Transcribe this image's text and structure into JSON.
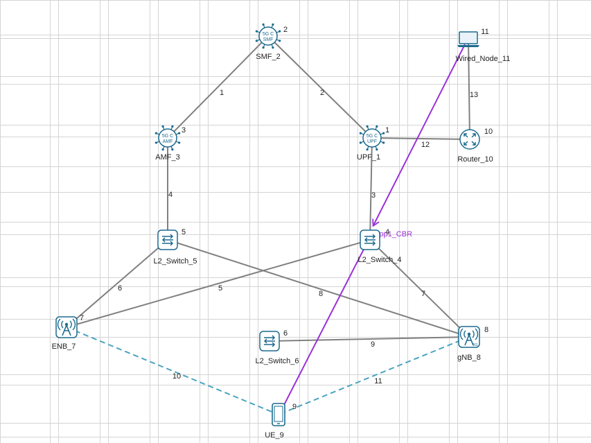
{
  "colors": {
    "grid": "#d4d4d4",
    "wired_link": "#808080",
    "wireless_link": "#4aa3c0",
    "application": "#9b30d9",
    "icon": "#1b6a8e",
    "text": "#222222"
  },
  "nodes": [
    {
      "id": "smf",
      "name": "SMF_2",
      "num": "2",
      "icon": "5g-core-icon",
      "icon_text": [
        "5G C",
        "SMF"
      ]
    },
    {
      "id": "amf",
      "name": "AMF_3",
      "num": "3",
      "icon": "5g-core-icon",
      "icon_text": [
        "5G C",
        "AMF"
      ]
    },
    {
      "id": "upf",
      "name": "UPF_1",
      "num": "1",
      "icon": "5g-core-icon",
      "icon_text": [
        "5G C",
        "UPF"
      ]
    },
    {
      "id": "router",
      "name": "Router_10",
      "num": "10",
      "icon": "router-icon"
    },
    {
      "id": "wired",
      "name": "Wired_Node_11",
      "num": "11",
      "icon": "computer-icon"
    },
    {
      "id": "sw5",
      "name": "L2_Switch_5",
      "num": "5",
      "icon": "switch-icon"
    },
    {
      "id": "sw4",
      "name": "L2_Switch_4",
      "num": "4",
      "icon": "switch-icon"
    },
    {
      "id": "sw6",
      "name": "L2_Switch_6",
      "num": "6",
      "icon": "switch-icon"
    },
    {
      "id": "enb",
      "name": "ENB_7",
      "num": "7",
      "icon": "cell-tower-icon"
    },
    {
      "id": "gnb",
      "name": "gNB_8",
      "num": "8",
      "icon": "cell-tower-icon",
      "badge": "5G"
    },
    {
      "id": "ue",
      "name": "UE_9",
      "num": "9",
      "icon": "mobile-phone-icon"
    }
  ],
  "links": [
    {
      "from": "amf",
      "to": "smf",
      "label": "1",
      "type": "wired"
    },
    {
      "from": "smf",
      "to": "upf",
      "label": "2",
      "type": "wired"
    },
    {
      "from": "upf",
      "to": "sw4",
      "label": "3",
      "type": "wired"
    },
    {
      "from": "amf",
      "to": "sw5",
      "label": "4",
      "type": "wired"
    },
    {
      "from": "sw4",
      "to": "enb",
      "label": "5",
      "type": "wired"
    },
    {
      "from": "sw5",
      "to": "enb",
      "label": "6",
      "type": "wired"
    },
    {
      "from": "sw4",
      "to": "gnb",
      "label": "7",
      "type": "wired"
    },
    {
      "from": "sw5",
      "to": "gnb",
      "label": "8",
      "type": "wired"
    },
    {
      "from": "sw6",
      "to": "gnb",
      "label": "9",
      "type": "wired"
    },
    {
      "from": "enb",
      "to": "ue",
      "label": "10",
      "type": "wireless"
    },
    {
      "from": "gnb",
      "to": "ue",
      "label": "11",
      "type": "wireless"
    },
    {
      "from": "upf",
      "to": "router",
      "label": "12",
      "type": "wired"
    },
    {
      "from": "router",
      "to": "wired",
      "label": "13",
      "type": "wired"
    }
  ],
  "application": {
    "label": "App1_CBR",
    "from": "ue",
    "to": "wired"
  }
}
